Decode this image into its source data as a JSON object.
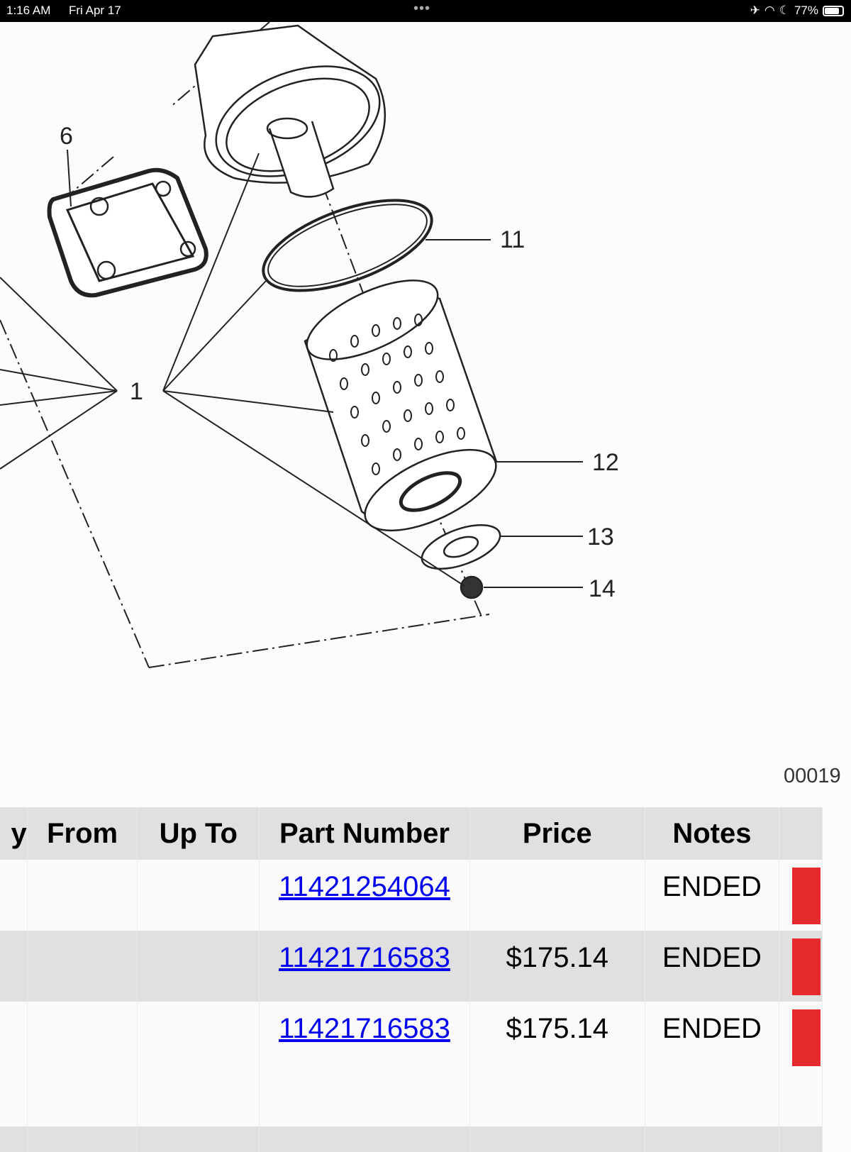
{
  "status_bar": {
    "time": "1:16 AM",
    "date": "Fri Apr 17",
    "battery": "77%",
    "battery_level": 77
  },
  "diagram": {
    "callouts": [
      "6",
      "1",
      "11",
      "12",
      "13",
      "14"
    ],
    "code": "00019"
  },
  "table": {
    "headers": [
      "y",
      "From",
      "Up To",
      "Part Number",
      "Price",
      "Notes"
    ],
    "rows": [
      {
        "part_number": "11421254064",
        "price": "",
        "notes": "ENDED"
      },
      {
        "part_number": "11421716583",
        "price": "$175.14",
        "notes": "ENDED"
      },
      {
        "part_number": "11421716583",
        "price": "$175.14",
        "notes": "ENDED"
      }
    ]
  },
  "colors": {
    "link": "#0000ee",
    "button": "#e52a2d",
    "header_bg": "#e0e0e0"
  }
}
